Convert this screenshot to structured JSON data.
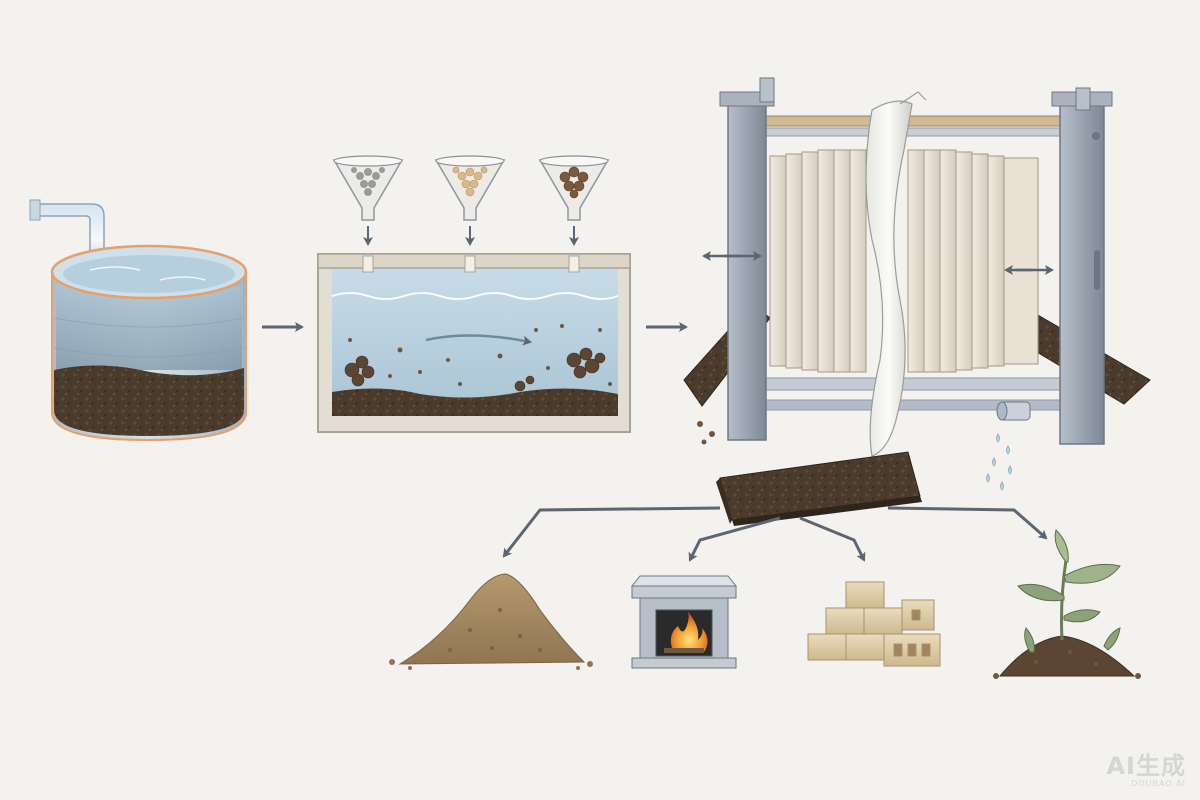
{
  "diagram": {
    "stages": [
      {
        "id": "settling-tank",
        "kind": "settling-tank-icon"
      },
      {
        "id": "coagulation-tank",
        "kind": "coagulation-tank-icon"
      },
      {
        "id": "filter-press",
        "kind": "filter-press-icon"
      },
      {
        "id": "sludge-cake",
        "kind": "sludge-cake-icon"
      }
    ],
    "reagent_funnels": [
      {
        "id": "funnel-1",
        "granule_color": "#9a9a98"
      },
      {
        "id": "funnel-2",
        "granule_color": "#d8b98a"
      },
      {
        "id": "funnel-3",
        "granule_color": "#7a5a3c"
      }
    ],
    "outputs": [
      {
        "id": "soil-pile",
        "kind": "soil-pile-icon"
      },
      {
        "id": "incinerator",
        "kind": "incinerator-fire-icon"
      },
      {
        "id": "bricks",
        "kind": "building-bricks-icon"
      },
      {
        "id": "plant",
        "kind": "plant-sprout-icon"
      }
    ],
    "colors": {
      "background": "#f3f2ef",
      "arrow": "#5c6670",
      "water": "#b9d3e2",
      "sludge": "#4a3b2c",
      "frame": "#98a2ae",
      "plate": "#e4ddd0",
      "tank_rim": "#e8a06a"
    }
  },
  "watermark": {
    "main": "AI生成",
    "sub": "DOUBAO·AI"
  }
}
